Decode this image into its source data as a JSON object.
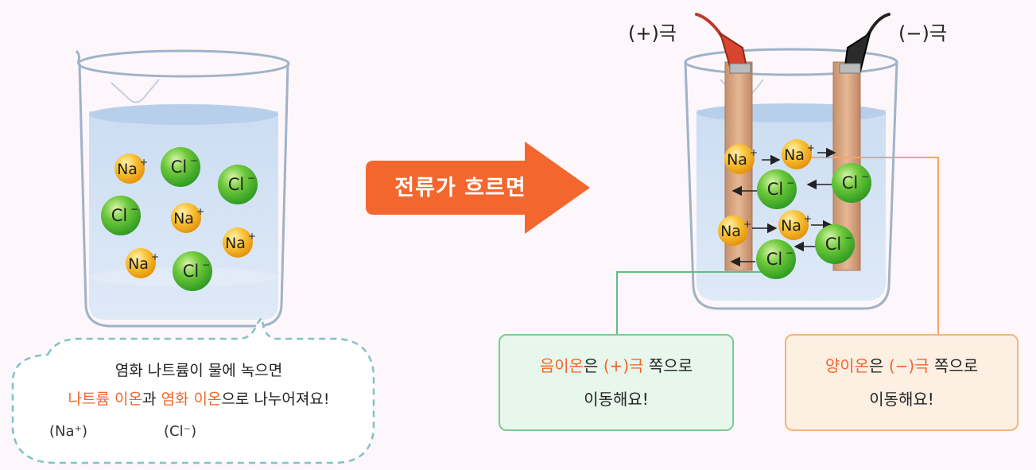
{
  "labels": {
    "pos_pole": "(+)극",
    "neg_pole": "(−)극",
    "arrow_text": "전류가 흐르면"
  },
  "ions": {
    "na": "Na",
    "cl": "Cl",
    "plus": "+",
    "minus": "−"
  },
  "bubble": {
    "line1": "염화 나트륨이 물에 녹으면",
    "line2_a": "나트륨 이온",
    "line2_b": "과 ",
    "line2_c": "염화 이온",
    "line2_d": "으로 나누어져요!",
    "sub_na": "(Na⁺)",
    "sub_cl": "(Cl⁻)"
  },
  "box_anion": {
    "highlight": "음이온",
    "text1": "은 ",
    "pole": "(+)극",
    "text2": " 쪽으로",
    "line2": "이동해요!"
  },
  "box_cation": {
    "highlight": "양이온",
    "text1": "은 ",
    "pole": "(−)극",
    "text2": " 쪽으로",
    "line2": "이동해요!"
  },
  "colors": {
    "accent_orange": "#f0662c",
    "ion_na": "#f5b21b",
    "ion_cl": "#4cb52e",
    "green_line": "#5fbf80",
    "orange_line": "#f2a56a"
  }
}
